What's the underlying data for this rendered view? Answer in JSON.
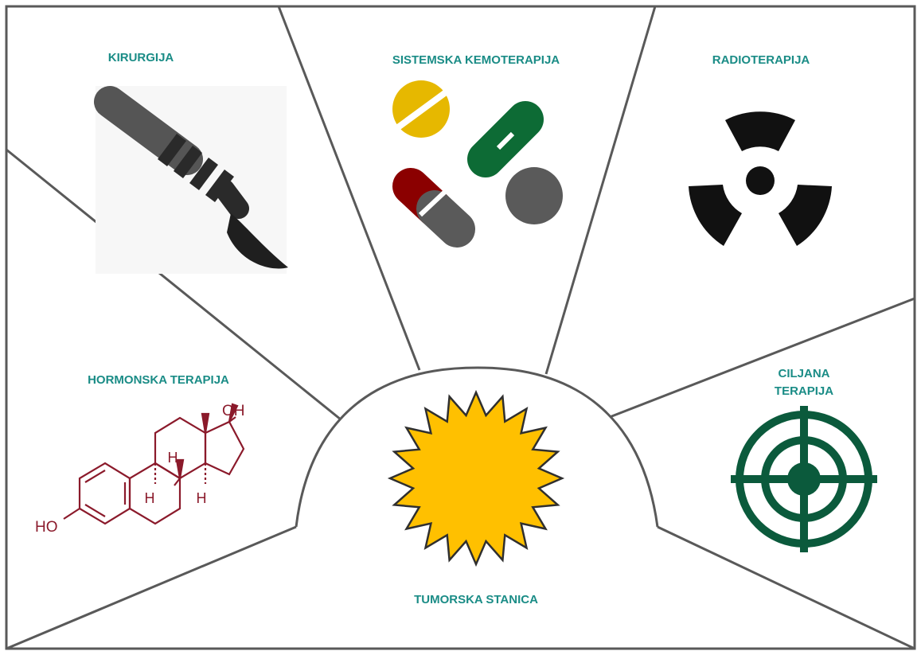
{
  "colors": {
    "label": "#1a8c86",
    "border": "#595959",
    "tumor_fill": "#ffc000",
    "tumor_stroke": "#2f2f2f",
    "molecule": "#8b1a2b",
    "target": "#0b5a3c",
    "pill_yellow": "#e6b800",
    "pill_green": "#0d6b35",
    "pill_red": "#8b0000",
    "pill_gray": "#5a5a5a",
    "scalpel": "#555555",
    "radiation": "#111111"
  },
  "diagram": {
    "center_label": "TUMORSKA STANICA",
    "therapies": [
      {
        "id": "surgery",
        "label": "KIRURGIJA",
        "icon": "scalpel-icon"
      },
      {
        "id": "chemo",
        "label": "SISTEMSKA KEMOTERAPIJA",
        "icon": "pills-icon"
      },
      {
        "id": "radio",
        "label": "RADIOTERAPIJA",
        "icon": "radiation-icon"
      },
      {
        "id": "hormonal",
        "label": "HORMONSKA TERAPIJA",
        "icon": "steroid-molecule-icon"
      },
      {
        "id": "targeted",
        "label_lines": [
          "CILJANA",
          "TERAPIJA"
        ],
        "icon": "target-icon"
      }
    ],
    "molecule_labels": {
      "oh_top": "OH",
      "ho_left": "HO",
      "h1": "H",
      "h2": "H",
      "h3": "H"
    }
  }
}
